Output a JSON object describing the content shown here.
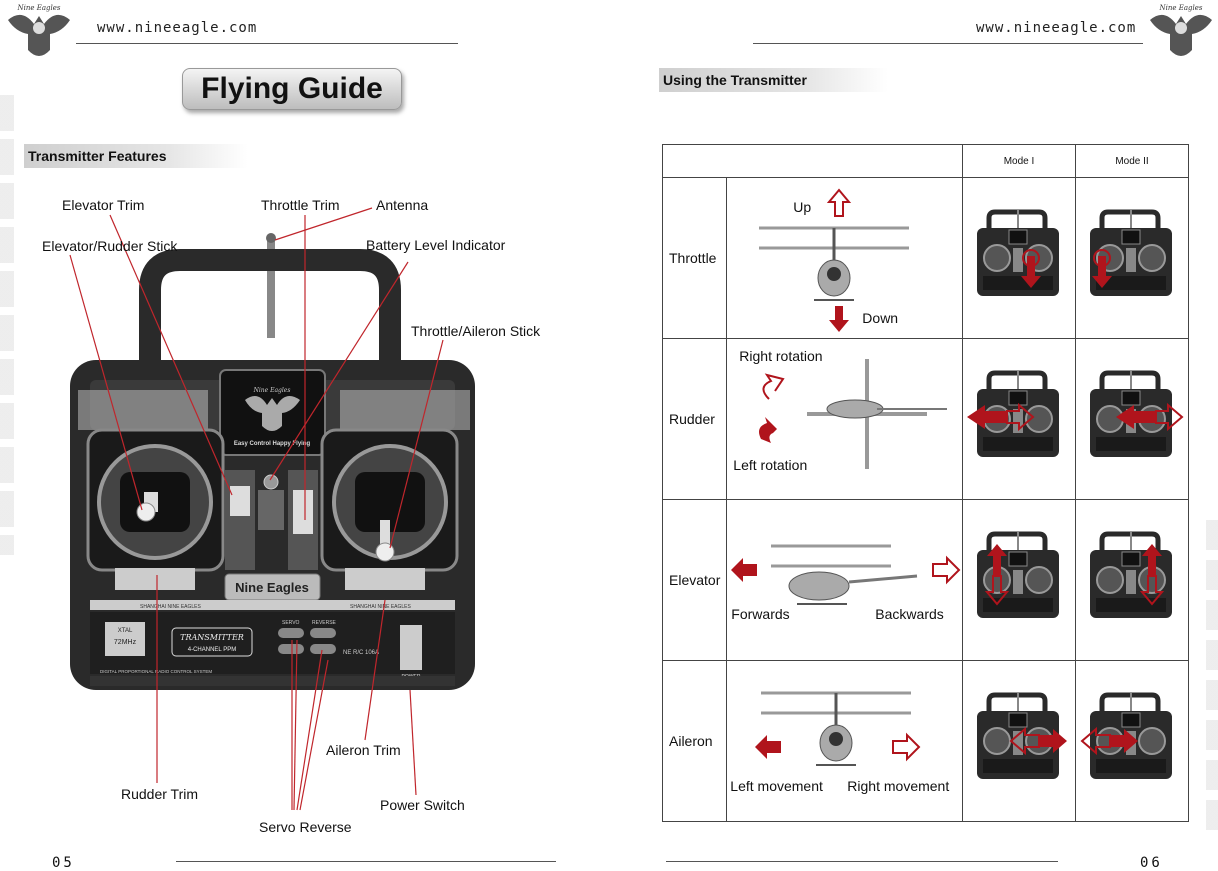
{
  "header": {
    "url_left": "www.nineeagle.com",
    "url_right": "www.nineeagle.com",
    "logo_text": "Nine Eagles"
  },
  "left_page": {
    "title": "Flying Guide",
    "section": "Transmitter Features",
    "labels": {
      "elevator_trim": "Elevator  Trim",
      "throttle_trim": "Throttle Trim",
      "antenna": "Antenna",
      "elevator_rudder_stick": "Elevator/Rudder Stick",
      "battery_level_indicator": "Battery Level Indicator",
      "throttle_aileron_stick": "Throttle/Aileron Stick",
      "aileron_trim": "Aileron Trim",
      "rudder_trim": "Rudder Trim",
      "power_switch": "Power Switch",
      "servo_reverse": "Servo Reverse"
    },
    "transmitter_print": {
      "brand": "Nine Eagles",
      "logo_caption": "Easy Control Happy Flying",
      "model": "TRANSMITTER",
      "channels": "4-CHANNEL PPM",
      "crystal": "72MHz",
      "xtal": "XTAL",
      "shanghai_left": "SHANGHAI NINE EAGLES",
      "shanghai_right": "SHANGHAI NINE EAGLES",
      "servo": "SERVO",
      "reverse": "REVERSE",
      "ne_code": "NE R/C 106A",
      "system": "DIGITAL PROPORTIONAL RADIO CONTROL SYSTEM",
      "power": "POWER"
    },
    "page_number": "05"
  },
  "right_page": {
    "section": "Using the Transmitter",
    "mode1": "Mode I",
    "mode2": "Mode II",
    "rows": [
      {
        "name": "Throttle",
        "a": "Up",
        "b": "Down"
      },
      {
        "name": "Rudder",
        "a": "Right rotation",
        "b": "Left rotation"
      },
      {
        "name": "Elevator",
        "a": "Forwards",
        "b": "Backwards"
      },
      {
        "name": "Aileron",
        "a": "Left movement",
        "b": "Right movement"
      }
    ],
    "page_number": "06"
  },
  "colors": {
    "leader": "#c0262c",
    "arrow": "#b0141c",
    "body": "#2a2a2a"
  }
}
